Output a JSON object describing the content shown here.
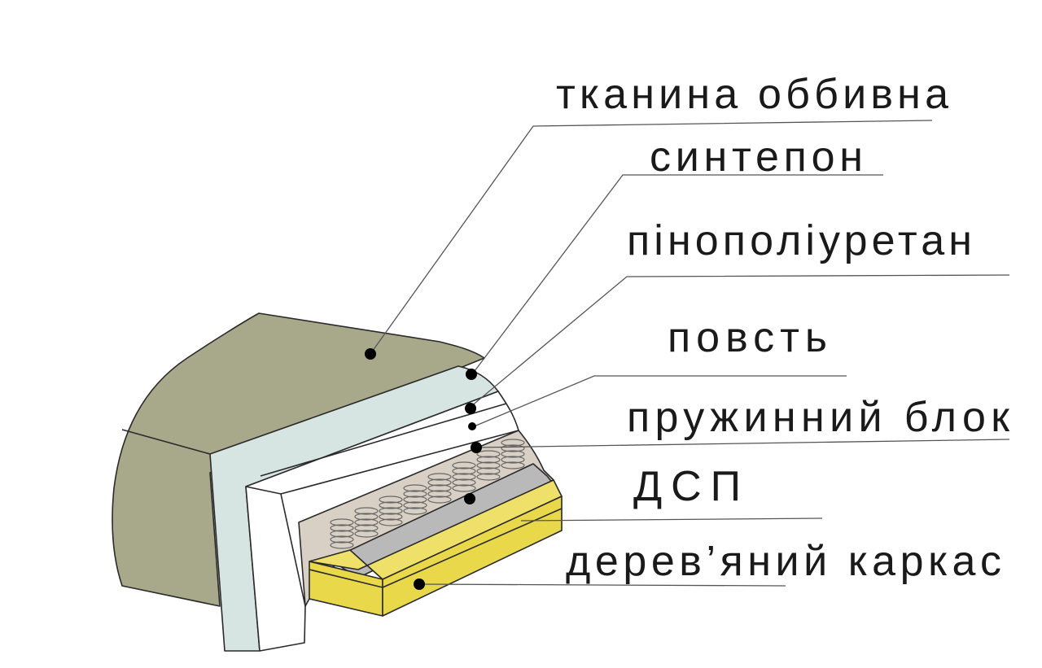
{
  "diagram": {
    "type": "sofa-cross-section",
    "colors": {
      "upholstery": "#a8a88a",
      "padding": "#d6e4e2",
      "foam": "#ffffff",
      "felt": "#d8d0c4",
      "spring_block": "#b9b9b9",
      "chipboard_frame": "#e8d84a"
    },
    "labels": [
      {
        "id": "upholstery-fabric",
        "text": "тканина оббивна"
      },
      {
        "id": "sintepon",
        "text": "синтепон"
      },
      {
        "id": "polyurethane-foam",
        "text": "пінополіуретан"
      },
      {
        "id": "felt",
        "text": "повсть"
      },
      {
        "id": "spring-block",
        "text": "пружинний блок"
      },
      {
        "id": "chipboard",
        "text": "ДСП"
      },
      {
        "id": "wooden-frame",
        "text": "дерев’яний каркас"
      }
    ]
  }
}
